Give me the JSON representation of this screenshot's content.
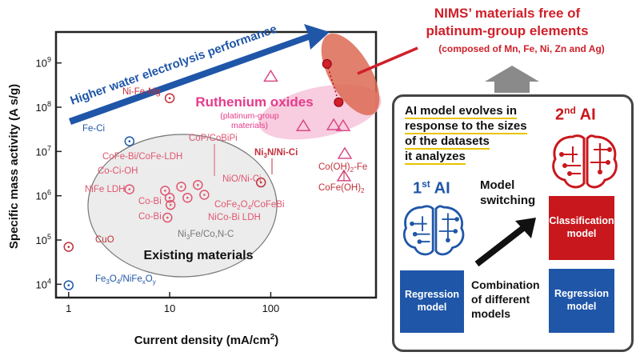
{
  "chart_data": {
    "type": "scatter",
    "title": "",
    "xlabel_main": "Current density (mA/cm",
    "xlabel_sup": "2",
    "xlabel_end": ")",
    "ylabel": "Specific mass activity (A s/g)",
    "x_scale": "log",
    "y_scale": "log",
    "xlim": [
      0.75,
      1100
    ],
    "ylim": [
      5000,
      5000000000
    ],
    "grid": false,
    "x_ticks": [
      {
        "value": 1,
        "label": "1"
      },
      {
        "value": 10,
        "label": "10"
      },
      {
        "value": 100,
        "label": "100"
      }
    ],
    "y_ticks": [
      {
        "value": 10000,
        "base": "10",
        "exp": "4"
      },
      {
        "value": 100000,
        "base": "10",
        "exp": "5"
      },
      {
        "value": 1000000,
        "base": "10",
        "exp": "6"
      },
      {
        "value": 10000000,
        "base": "10",
        "exp": "7"
      },
      {
        "value": 100000000,
        "base": "10",
        "exp": "8"
      },
      {
        "value": 1000000000,
        "base": "10",
        "exp": "9"
      }
    ],
    "series": [
      {
        "group": "existing",
        "points": [
          {
            "x": 1.0,
            "y": 70000,
            "color": "#c0303a"
          },
          {
            "x": 1.0,
            "y": 9500,
            "color": "#1f56a8"
          },
          {
            "x": 4.0,
            "y": 17000000,
            "color": "#1f56a8"
          },
          {
            "x": 10.0,
            "y": 160000000,
            "color": "#c0303a"
          },
          {
            "x": 4.0,
            "y": 1400000,
            "color": "#e0566f"
          },
          {
            "x": 9.0,
            "y": 1300000,
            "color": "#e0566f"
          },
          {
            "x": 10.0,
            "y": 900000,
            "color": "#e0566f"
          },
          {
            "x": 10.2,
            "y": 620000,
            "color": "#e0566f"
          },
          {
            "x": 9.5,
            "y": 320000,
            "color": "#e0566f"
          },
          {
            "x": 13.0,
            "y": 1600000,
            "color": "#e0566f"
          },
          {
            "x": 15.0,
            "y": 900000,
            "color": "#e0566f"
          },
          {
            "x": 19.0,
            "y": 1750000,
            "color": "#e0566f"
          },
          {
            "x": 22.0,
            "y": 1050000,
            "color": "#e0566f"
          },
          {
            "x": 80.0,
            "y": 2000000,
            "color": "#c0303a"
          }
        ]
      },
      {
        "group": "ruthenium",
        "points": [
          {
            "x": 100,
            "y": 500000000
          },
          {
            "x": 210,
            "y": 38000000
          },
          {
            "x": 420,
            "y": 40000000
          },
          {
            "x": 520,
            "y": 38000000
          },
          {
            "x": 540,
            "y": 9000000
          },
          {
            "x": 530,
            "y": 2800000
          }
        ]
      },
      {
        "group": "nims",
        "points": [
          {
            "x": 360,
            "y": 950000000
          },
          {
            "x": 470,
            "y": 130000000
          }
        ]
      }
    ],
    "annotations": {
      "arrow_text": "Higher water electrolysis performance",
      "ruthenium_title": "Ruthenium oxides",
      "ruthenium_sub1": "(platinum-group",
      "ruthenium_sub2": "materials)",
      "existing_title": "Existing materials",
      "nims_line1": "NIMS’ materials free of",
      "nims_line2": "platinum-group elements",
      "nims_line3": "(composed of Mn, Fe, Ni, Zn and Ag)",
      "point_labels": {
        "nifemg": "Ni-Fe-Mg",
        "feci": "Fe-Ci",
        "cofebi": "CoFe-Bi/CoFe-LDH",
        "cociooh": "Co-Ci-OH",
        "nifeldh": "NiFe LDH",
        "cobi1": "Co-Bi",
        "cobi2": "Co-Bi",
        "copcobipi": "CoP/CoBiPi",
        "nioni": "NiO/Ni-Ci",
        "cofe2o4": "CoFe",
        "cofe2o4_sub": "2",
        "cofe2o4_mid": "O",
        "cofe2o4_sub2": "4",
        "cofe2o4_end": "/CoFeBi",
        "nicobi": "NiCo-Bi LDH",
        "ni3fe_a": "Ni",
        "ni3fe_sub": "3",
        "ni3fe_b": "Fe/Co,N-C",
        "ni3n_a": "Ni",
        "ni3n_sub": "3",
        "ni3n_b": "N/Ni-Ci",
        "cuo": "CuO",
        "fe3o4_a": "Fe",
        "fe3o4_sub": "3",
        "fe3o4_b": "O",
        "fe3o4_sub2": "4",
        "fe3o4_c": "/NiFe",
        "fe3o4_subx": "x",
        "fe3o4_d": "O",
        "fe3o4_suby": "y",
        "cooh2fe_a": "Co(OH)",
        "cooh2fe_sub": "2",
        "cooh2fe_b": "-Fe",
        "cofeoh2_a": "CoFe(OH)",
        "cofeoh2_sub": "2"
      }
    }
  },
  "ai_panel": {
    "evolves_line1": "AI model evolves in",
    "evolves_line2": "response to the sizes",
    "evolves_line3": "of the datasets",
    "evolves_line4": "it analyzes",
    "first_ai_num": "1",
    "first_ai_sup": "st",
    "first_ai_word": "AI",
    "second_ai_num": "2",
    "second_ai_sup": "nd",
    "second_ai_word": "AI",
    "model_switching_1": "Model",
    "model_switching_2": "switching",
    "regression_left_1": "Regression",
    "regression_left_2": "model",
    "classification_1": "Classification",
    "classification_2": "model",
    "regression_right_1": "Regression",
    "regression_right_2": "model",
    "combination_1": "Combination",
    "combination_2": "of different",
    "combination_3": "models"
  },
  "colors": {
    "arrow_blue": "#1f56a8",
    "nims_red": "#d0202a",
    "ruthenium_pink": "#e63b8c",
    "accent_underline": "#e8c300",
    "panel_gray": "#888888"
  }
}
